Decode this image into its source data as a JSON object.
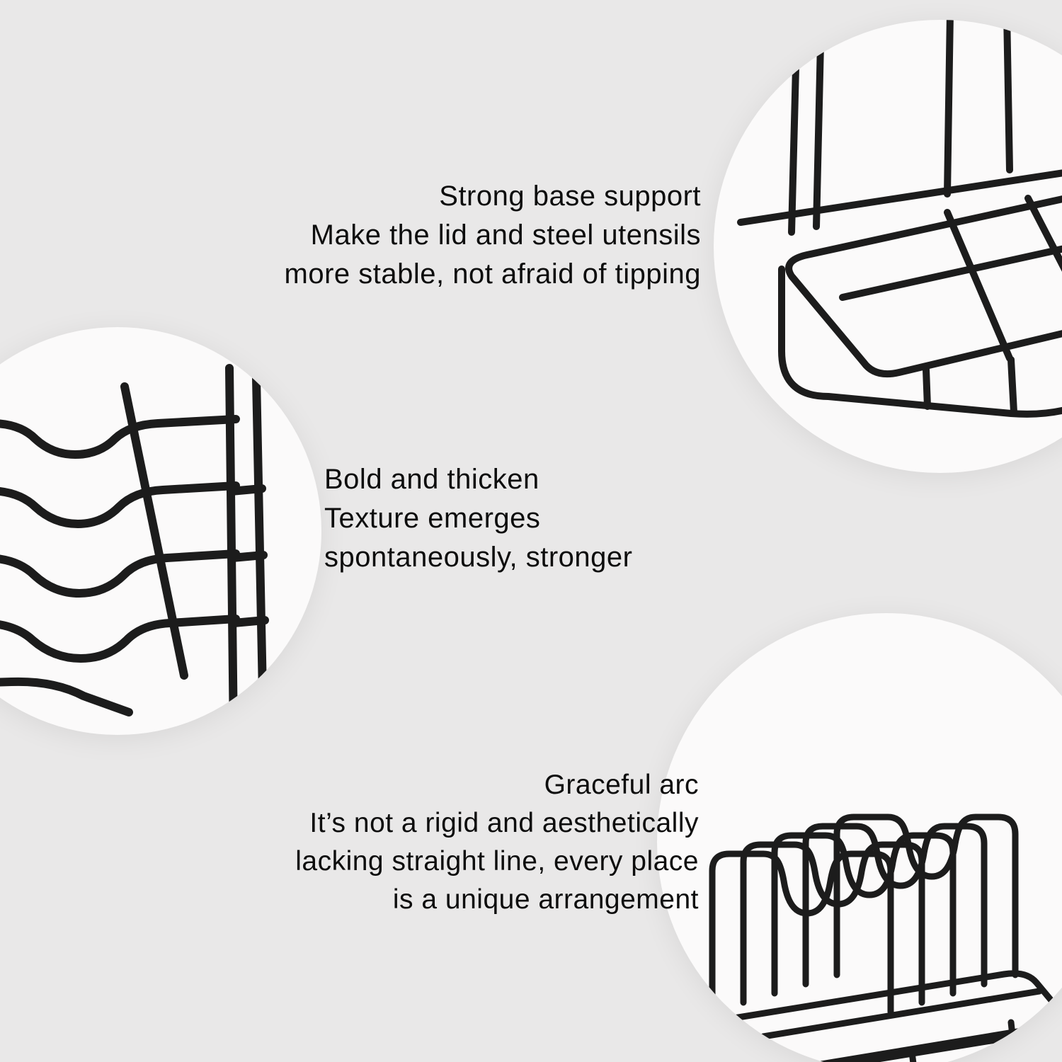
{
  "page": {
    "kind": "product-feature-infographic",
    "product": "black metal pot lid organizer rack"
  },
  "colors": {
    "background": "#e9e8e8",
    "circle_fill": "#fbfafa",
    "wire": "#1c1c1c",
    "text": "#0d0d0d"
  },
  "features": [
    {
      "id": "base-support",
      "title": "Strong base support",
      "lines": [
        "Make the lid and steel utensils",
        "more stable, not afraid of tipping"
      ],
      "image": "base-support-closeup-photo"
    },
    {
      "id": "thick-wire",
      "title": "Bold and thicken",
      "lines": [
        "Texture emerges",
        "spontaneously, stronger"
      ],
      "image": "thick-wire-closeup-photo"
    },
    {
      "id": "graceful-arc",
      "title": "Graceful arc",
      "lines": [
        "It’s not a rigid and aesthetically",
        "lacking straight line, every place",
        "is a unique arrangement"
      ],
      "image": "full-rack-arc-photo"
    }
  ]
}
